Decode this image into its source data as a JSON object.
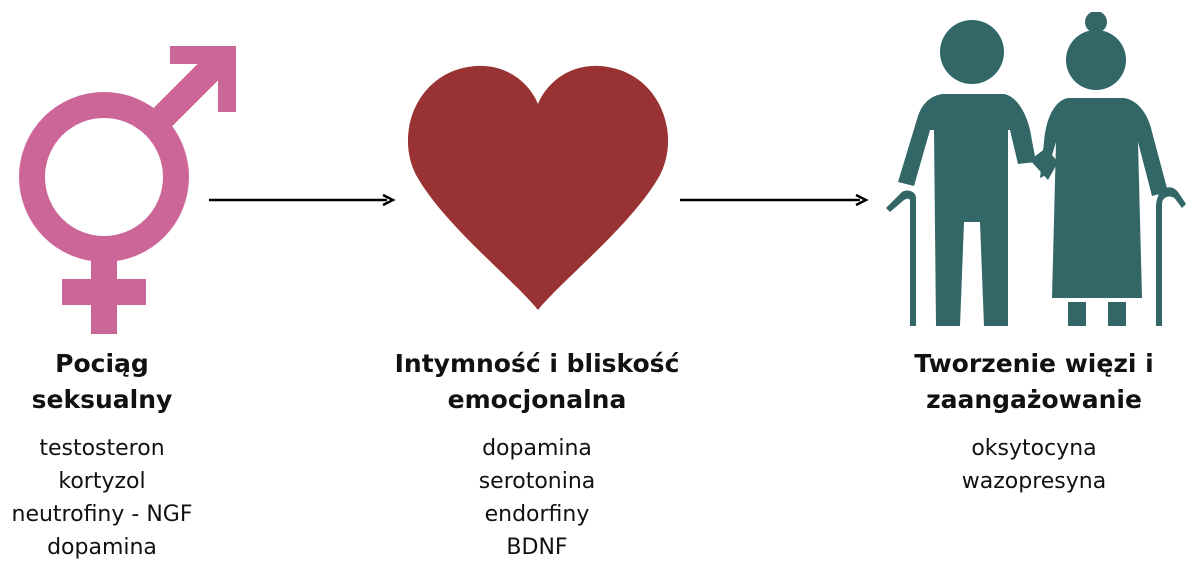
{
  "colors": {
    "symbol": "#cc6699",
    "heart": "#993333",
    "couple": "#336666",
    "arrow": "#000000",
    "text": "#111111"
  },
  "stages": [
    {
      "icon": "male-female-symbol-icon",
      "title_lines": [
        "Pociąg",
        "seksualny"
      ],
      "hormones": [
        "testosteron",
        "kortyzol",
        "neutrofiny - NGF",
        "dopamina"
      ]
    },
    {
      "icon": "heart-icon",
      "title_lines": [
        "Intymność i bliskość",
        "emocjonalna"
      ],
      "hormones": [
        "dopamina",
        "serotonina",
        "endorfiny",
        "BDNF"
      ]
    },
    {
      "icon": "elderly-couple-icon",
      "title_lines": [
        "Tworzenie więzi i",
        "zaangażowanie"
      ],
      "hormones": [
        "oksytocyna",
        "wazopresyna"
      ]
    }
  ]
}
